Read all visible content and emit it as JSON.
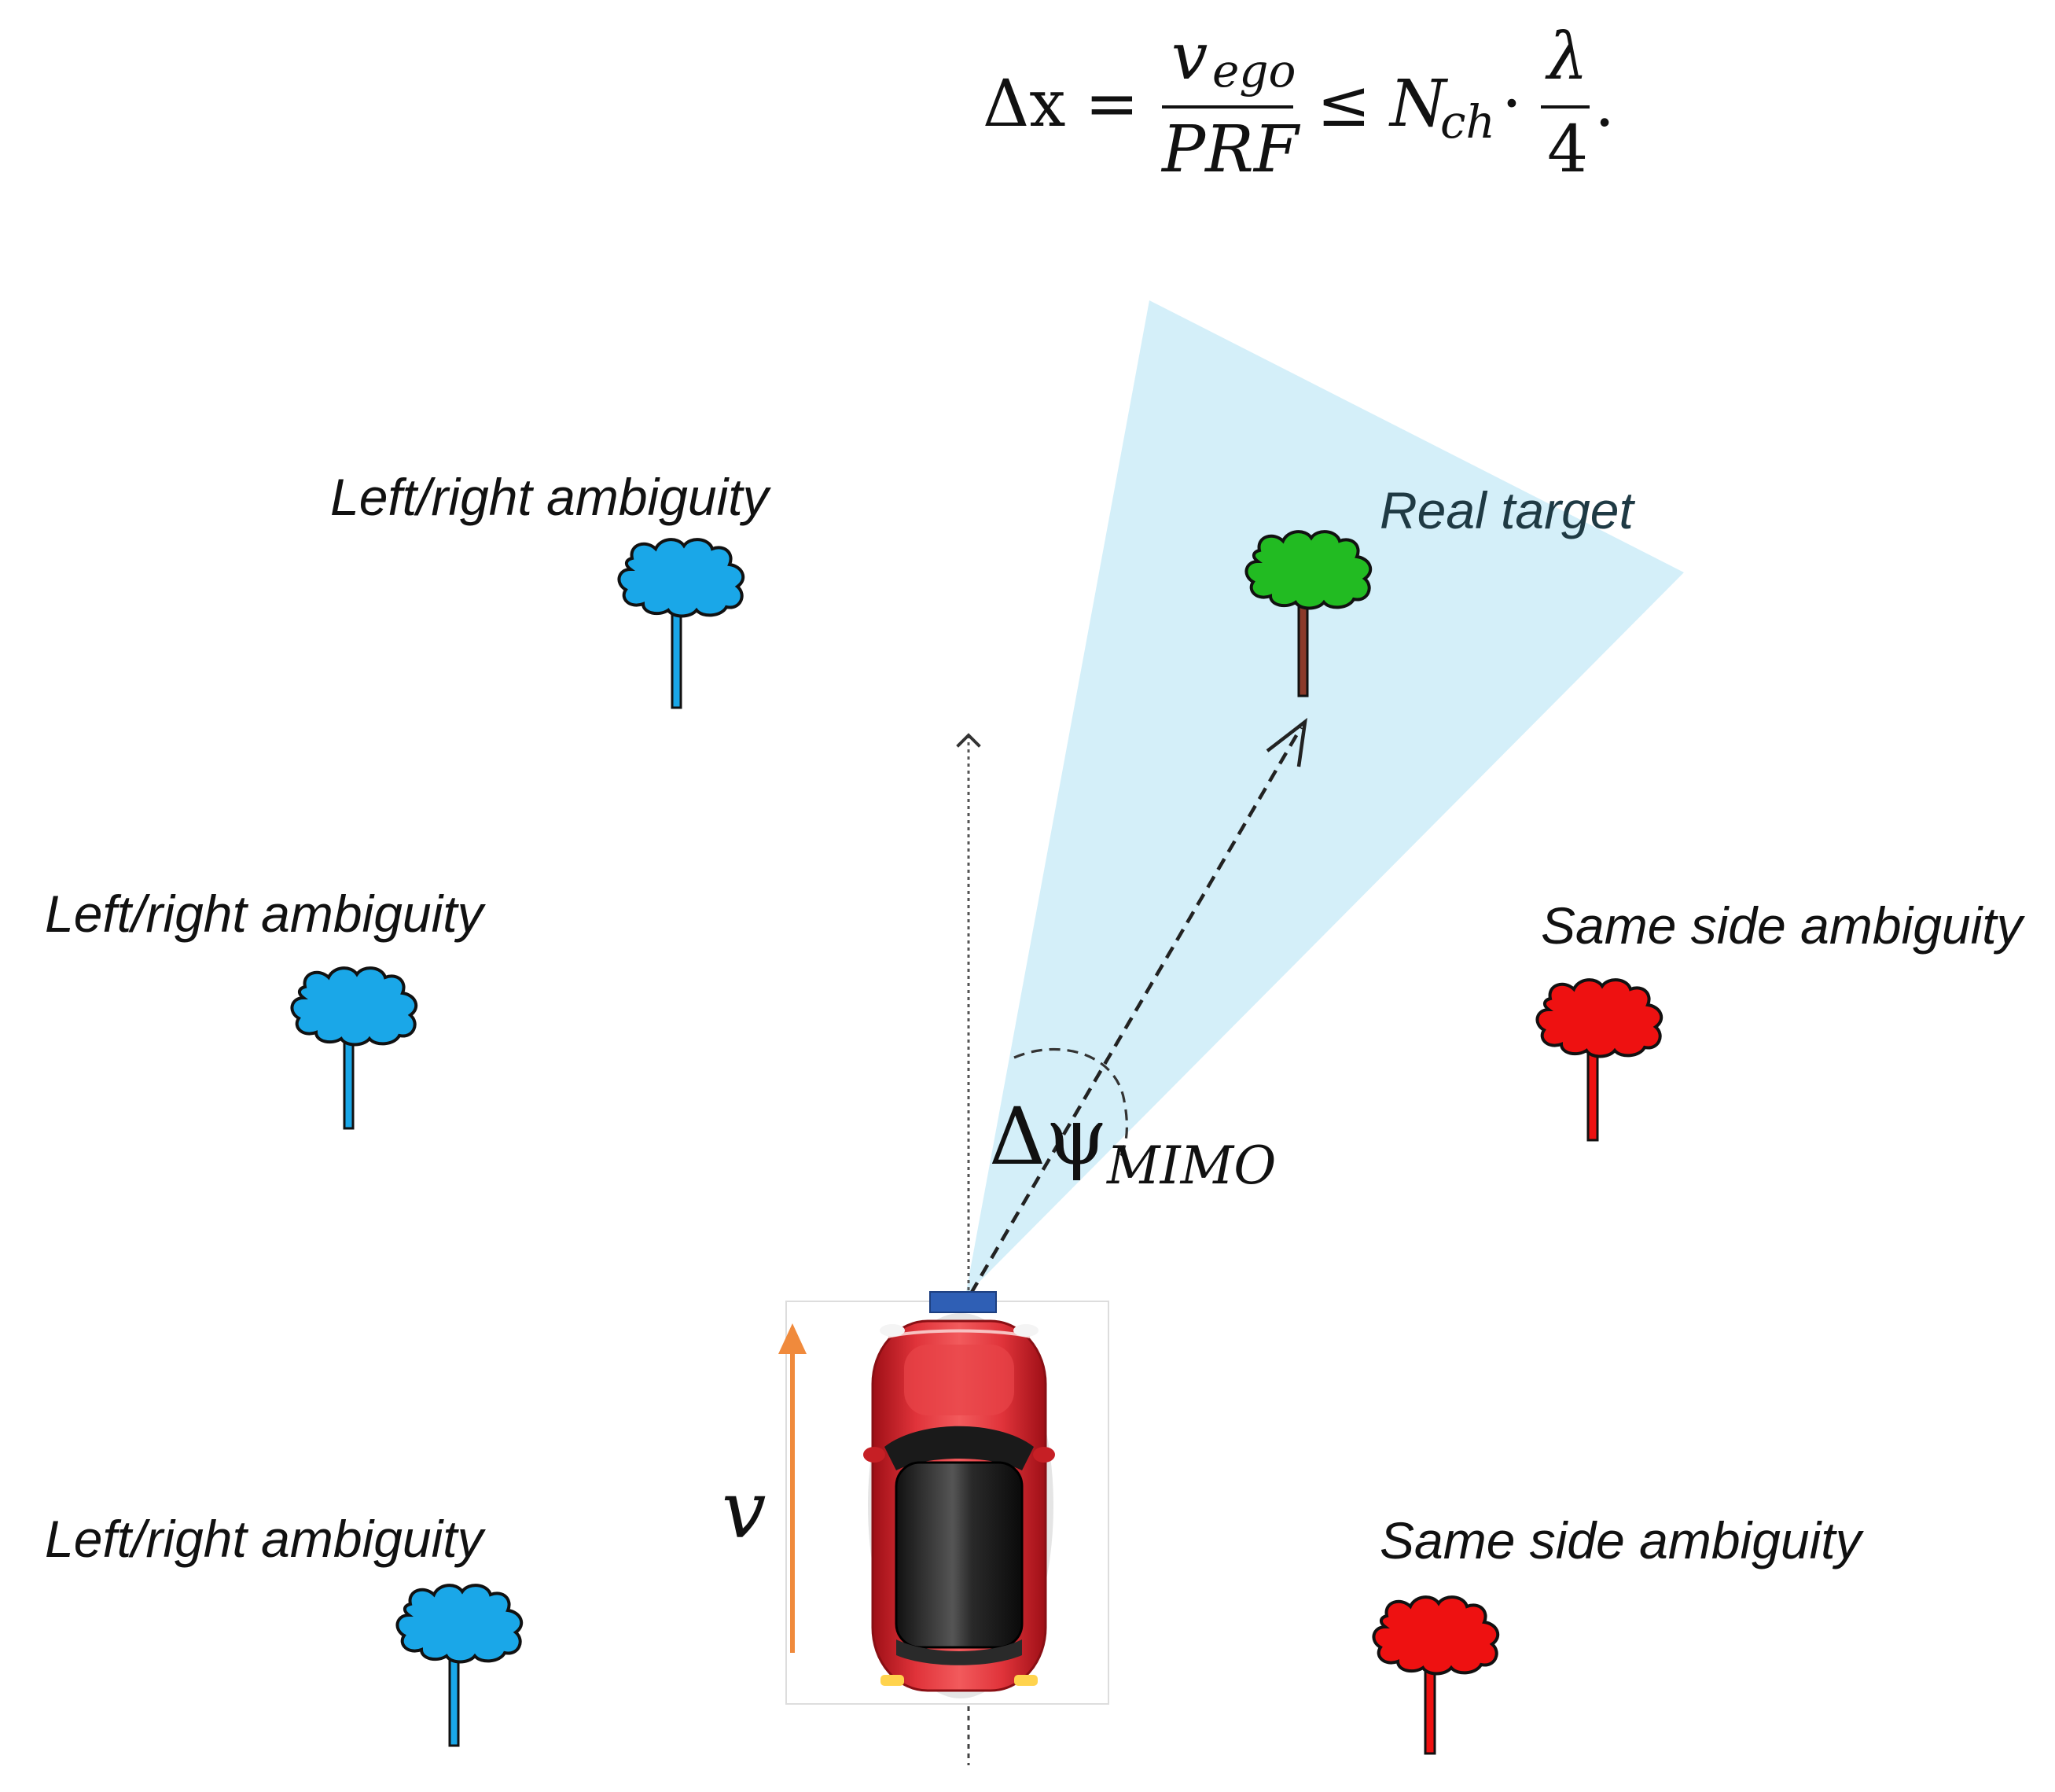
{
  "formula": {
    "lhs": "Δx",
    "eq": "=",
    "numerator_v": "v",
    "numerator_sub": "ego",
    "denominator": "PRF",
    "leq": "≤",
    "N": "N",
    "N_sub": "ch",
    "dot": "·",
    "lambda": "λ",
    "four": "4",
    "period": "."
  },
  "labels": {
    "left_right_top": "Left/right ambiguity",
    "left_right_mid": "Left/right ambiguity",
    "left_right_bottom": "Left/right ambiguity",
    "real_target": "Real target",
    "same_side_top": "Same side ambiguity",
    "same_side_bottom": "Same side ambiguity",
    "angle_symbol": "Δψ",
    "angle_sub": "MIMO",
    "velocity": "v"
  },
  "colors": {
    "ambiguity_left_right": "#1aa7e8",
    "real_target": "#22bb22",
    "ambiguity_same_side": "#ee1111",
    "trunk_real": "#8b3a2a",
    "beam": "#d4eff9",
    "velocity_arrow": "#f08a3c",
    "radar_sensor": "#2f5fb5",
    "car_body": "#d9262b"
  },
  "icons": {
    "tree": "tree-icon",
    "car": "car-icon",
    "radar": "radar-sensor-icon"
  }
}
